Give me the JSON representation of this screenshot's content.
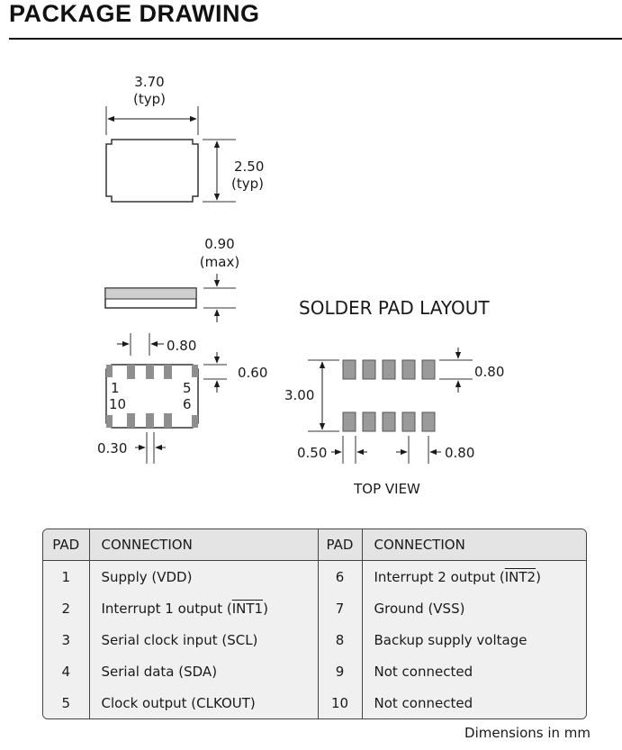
{
  "title": "PACKAGE DRAWING",
  "footnote": "Dimensions in mm",
  "package": {
    "width_value": "3.70",
    "width_note": "(typ)",
    "height_value": "2.50",
    "height_note": "(typ)",
    "thickness_value": "0.90",
    "thickness_note": "(max)",
    "pin_pitch": "0.80",
    "pin_length": "0.60",
    "pin_width": "0.30",
    "pin_labels": [
      "1",
      "10",
      "5",
      "6"
    ]
  },
  "solder_pad_layout": {
    "title": "SOLDER PAD LAYOUT",
    "pad_height": "0.80",
    "row_span": "3.00",
    "pad_width": "0.50",
    "pad_pitch": "0.80",
    "view_label": "TOP VIEW"
  },
  "pin_table": {
    "headers": [
      "PAD",
      "CONNECTION",
      "PAD",
      "CONNECTION"
    ],
    "rows": [
      {
        "pad_a": "1",
        "conn_a": "Supply (VDD)",
        "pad_b": "6",
        "conn_b_pre": "Interrupt 2 output (",
        "conn_b_ovl": "INT2",
        "conn_b_post": ")"
      },
      {
        "pad_a": "2",
        "conn_a_pre": "Interrupt 1 output (",
        "conn_a_ovl": "INT1",
        "conn_a_post": ")",
        "pad_b": "7",
        "conn_b": "Ground (VSS)"
      },
      {
        "pad_a": "3",
        "conn_a": "Serial clock input (SCL)",
        "pad_b": "8",
        "conn_b": "Backup supply voltage"
      },
      {
        "pad_a": "4",
        "conn_a": "Serial data (SDA)",
        "pad_b": "9",
        "conn_b": "Not connected"
      },
      {
        "pad_a": "5",
        "conn_a": "Clock output (CLKOUT)",
        "pad_b": "10",
        "conn_b": "Not connected"
      }
    ]
  }
}
